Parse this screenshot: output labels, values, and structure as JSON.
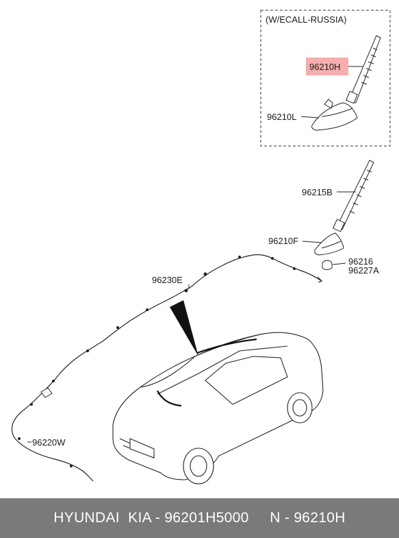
{
  "box_title": "(W/ECALL-RUSSIA)",
  "highlight_color": "#f2a0a0",
  "footer_bg": "#7a7a7a",
  "labels": {
    "p96210H": "96210H",
    "p96210L": "96210L",
    "p96215B": "96215B",
    "p96210F": "96210F",
    "p96216": "96216",
    "p96227A": "96227A",
    "p96230E": "96230E",
    "p96220W": "96220W"
  },
  "footer": {
    "brand": "HYUNDAI  KIA - 96201H5000",
    "part": "N - 96210H"
  }
}
